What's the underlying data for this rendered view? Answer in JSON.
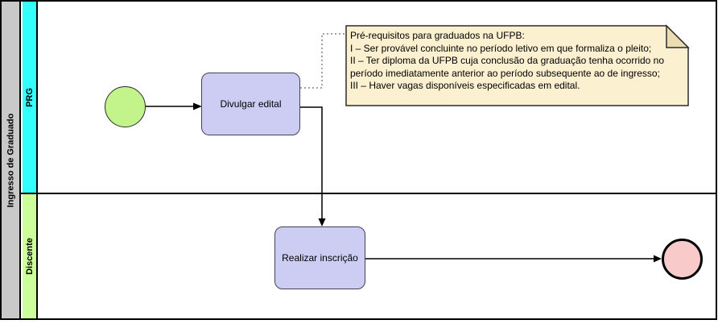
{
  "pool": {
    "label": "Ingresso de Graduado"
  },
  "lanes": [
    {
      "label": "PRG"
    },
    {
      "label": "Discente"
    }
  ],
  "tasks": [
    {
      "label": "Divulgar edital"
    },
    {
      "label": "Realizar inscrição"
    }
  ],
  "annotation": {
    "lines": [
      "Pré-requisitos para graduados na UFPB:",
      "I – Ser provável concluinte no período letivo em que formaliza o pleito;",
      "II – Ter diploma da UFPB cuja conclusão da graduação tenha ocorrido no",
      "período imediatamente anterior ao período subsequente ao de ingresso;",
      "III – Haver vagas disponíveis especificadas em edital."
    ]
  },
  "colors": {
    "pool_header": "#C9C9C9",
    "lane_prg": "#33FFFF",
    "lane_discente": "#CCFF99",
    "task_fill": "#CDCDF3",
    "start_event_fill": "#C3F48B",
    "end_event_fill": "#F9CACA",
    "note_fill": "#FBF0CF",
    "note_fold": "#EBDCB2",
    "flow_line": "#000000",
    "association_line": "#848484"
  }
}
